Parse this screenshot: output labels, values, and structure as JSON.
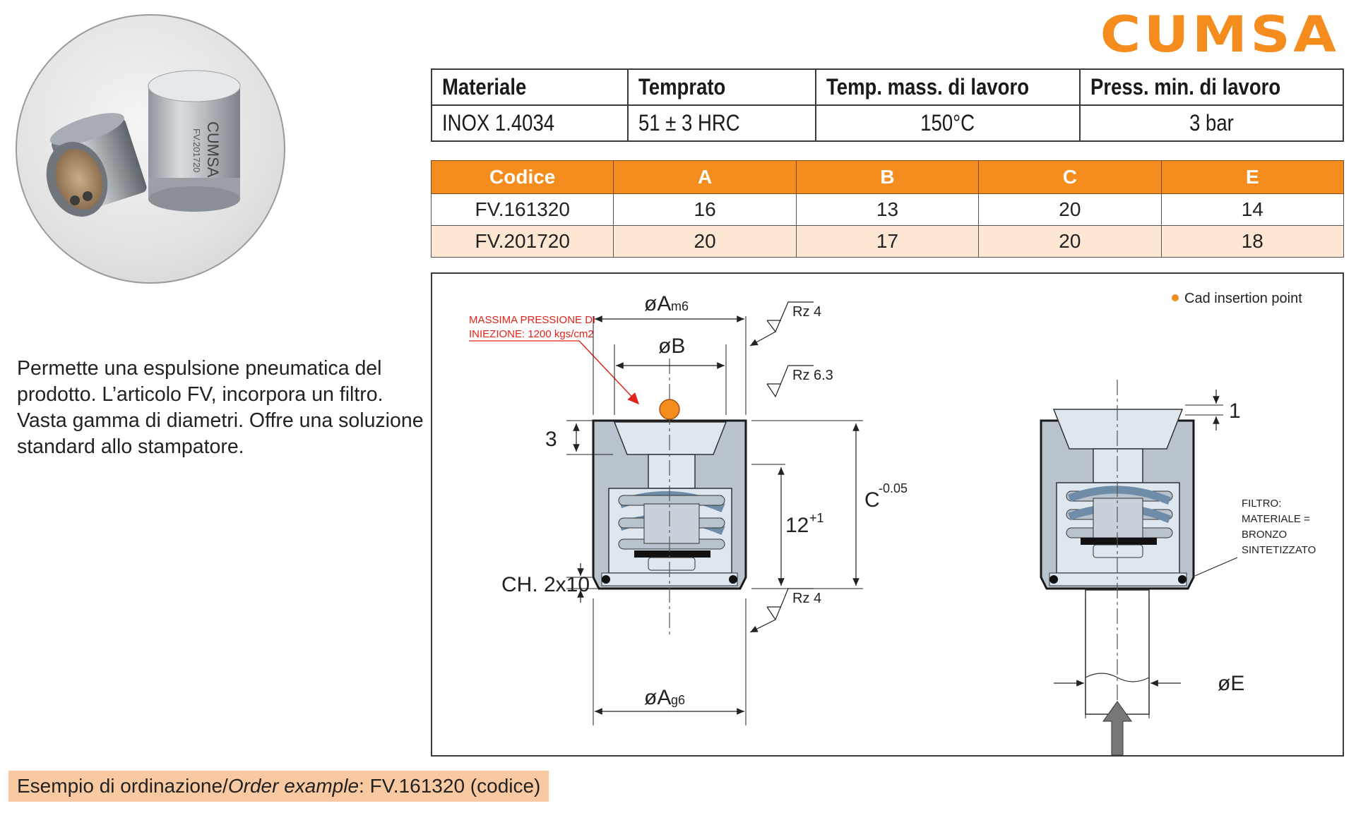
{
  "brand": {
    "logo_text": "CUMSA",
    "accent": "#f48c1e"
  },
  "photo": {
    "part_marking_1": "CUMSA",
    "part_marking_2": "FV.201720"
  },
  "description": "Permette una espulsione pneumatica del prodotto. L’articolo FV, incorpora un filtro. Vasta gamma di diametri. Offre una soluzione standard allo stampatore.",
  "material_table": {
    "headers": [
      "Materiale",
      "Temprato",
      "Temp. mass. di lavoro",
      "Press. min. di lavoro"
    ],
    "values": [
      "INOX 1.4034",
      "51 ± 3 HRC",
      "150°C",
      "3 bar"
    ]
  },
  "code_table": {
    "headers": [
      "Codice",
      "A",
      "B",
      "C",
      "E"
    ],
    "rows": [
      [
        "FV.161320",
        "16",
        "13",
        "20",
        "14"
      ],
      [
        "FV.201720",
        "20",
        "17",
        "20",
        "18"
      ]
    ]
  },
  "drawing": {
    "legend": "Cad insertion point",
    "warning_line1": "MASSIMA PRESSIONE DI",
    "warning_line2": "INIEZIONE: 1200 kgs/cm2",
    "dim_A_top": "øA",
    "dim_A_top_tol": "m6",
    "dim_B": "øB",
    "dim_A_bottom": "øA",
    "dim_A_bottom_tol": "g6",
    "dim_3": "3",
    "dim_C": "C",
    "dim_C_tol": "-0.05",
    "dim_12": "12",
    "dim_12_tol": "+1",
    "dim_ch": "CH. 2x10",
    "rz_1": "Rz 4",
    "rz_2": "Rz 6.3",
    "rz_3": "Rz 4",
    "dim_1": "1",
    "dim_E": "øE",
    "filter_line1": "FILTRO:",
    "filter_line2": "MATERIALE =",
    "filter_line3": "BRONZO",
    "filter_line4": "SINTETIZZATO"
  },
  "order": {
    "prefix": "Esempio di ordinazione/",
    "italic": "Order example",
    "suffix": ": FV.161320 (codice)"
  }
}
